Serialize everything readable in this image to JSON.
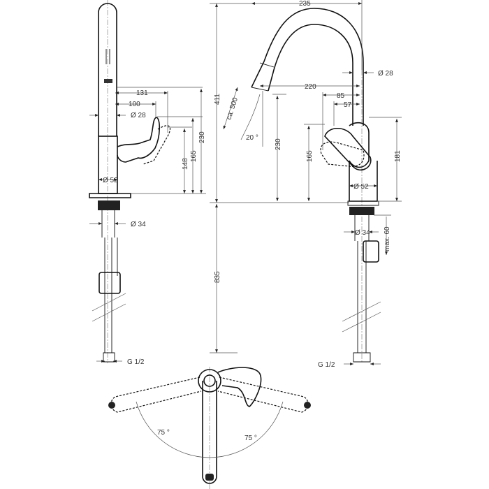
{
  "drawing": {
    "side_view": {
      "dim_131": "131",
      "dim_100": "100",
      "dim_d28": "Ø 28",
      "dim_230": "230",
      "dim_165": "165",
      "dim_148": "148",
      "dim_d52": "Ø 52",
      "dim_d34": "Ø 34",
      "dim_g12": "G 1/2"
    },
    "overall": {
      "dim_411": "411",
      "dim_835": "835"
    },
    "front_view": {
      "dim_235": "235",
      "dim_d28": "Ø 28",
      "dim_220": "220",
      "dim_85": "85",
      "dim_57": "57",
      "dim_ca500": "ca. 500",
      "dim_20deg": "20 °",
      "dim_230": "230",
      "dim_165": "165",
      "dim_181": "181",
      "dim_d52": "Ø 52",
      "dim_d34": "Ø 34",
      "dim_max60": "max. 60",
      "dim_g12": "G 1/2"
    },
    "top_view": {
      "angle_left": "75 °",
      "angle_right": "75 °"
    }
  }
}
